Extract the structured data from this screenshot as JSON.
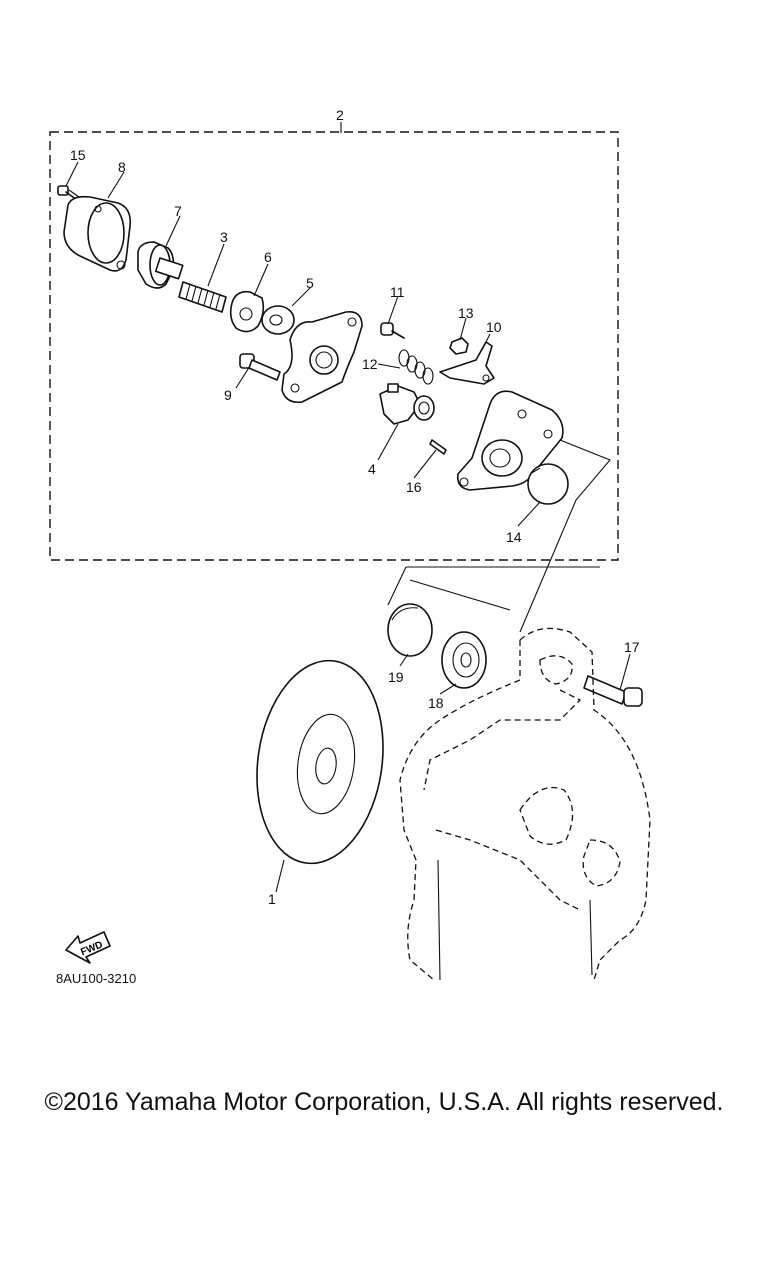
{
  "diagram": {
    "assembly_label": "2",
    "callouts": [
      "1",
      "2",
      "3",
      "4",
      "5",
      "6",
      "7",
      "8",
      "9",
      "10",
      "11",
      "12",
      "13",
      "14",
      "15",
      "16",
      "17",
      "18",
      "19"
    ],
    "fwd_label": "FWD",
    "drawing_code": "8AU100-3210"
  },
  "footer": {
    "copyright": "©2016 Yamaha Motor Corporation, U.S.A. All rights reserved."
  }
}
